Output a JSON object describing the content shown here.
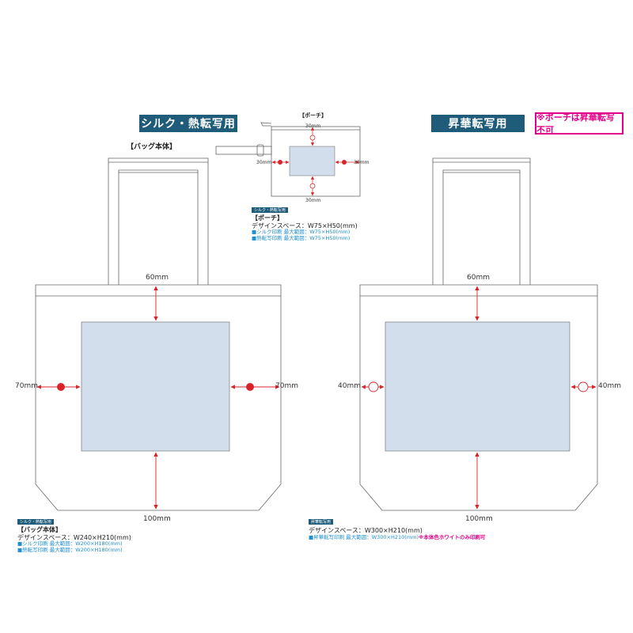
{
  "left": {
    "banner": "シルク・熱転写用",
    "bag_label": "【バッグ本体】",
    "dim_top": "60mm",
    "dim_left": "70mm",
    "dim_right": "70mm",
    "dim_bottom": "100mm",
    "tag": "シルク・熱転写用",
    "info_title": "【バッグ本体】",
    "info_design": "デザインスペース：W240×H210(mm)",
    "info_silk": "■シルク印刷 最大範囲：W200×H180(mm)",
    "info_heat": "■熱転写印刷 最大範囲：W200×H180(mm)"
  },
  "pouch": {
    "label": "【ポーチ】",
    "dim_top": "30mm",
    "dim_left": "30mm",
    "dim_right": "30mm",
    "dim_bottom": "30mm",
    "tag": "シルク・熱転写用",
    "info_title": "【ポーチ】",
    "info_design": "デザインスペース：W75×H50(mm)",
    "info_silk": "■シルク印刷 最大範囲：W75×H50(mm)",
    "info_heat": "■熱転写印刷 最大範囲：W75×H50(mm)"
  },
  "right": {
    "banner": "昇華転写用",
    "warning": "※ポーチは昇華転写不可",
    "dim_top": "60mm",
    "dim_left": "40mm",
    "dim_right": "40mm",
    "dim_bottom": "100mm",
    "tag": "昇華転写用",
    "info_design": "デザインスペース：W300×H210(mm)",
    "info_sub": "■昇華転写印刷 最大範囲：W300×H210(mm)",
    "info_note": "※本体色ホワイトのみ印刷可"
  },
  "colors": {
    "outline": "#666666",
    "design_area": "#d3deec",
    "dimension_line": "#d8232a",
    "banner": "#1f5c7a",
    "warning": "#e5008a",
    "info_blue": "#1e8fd0"
  }
}
